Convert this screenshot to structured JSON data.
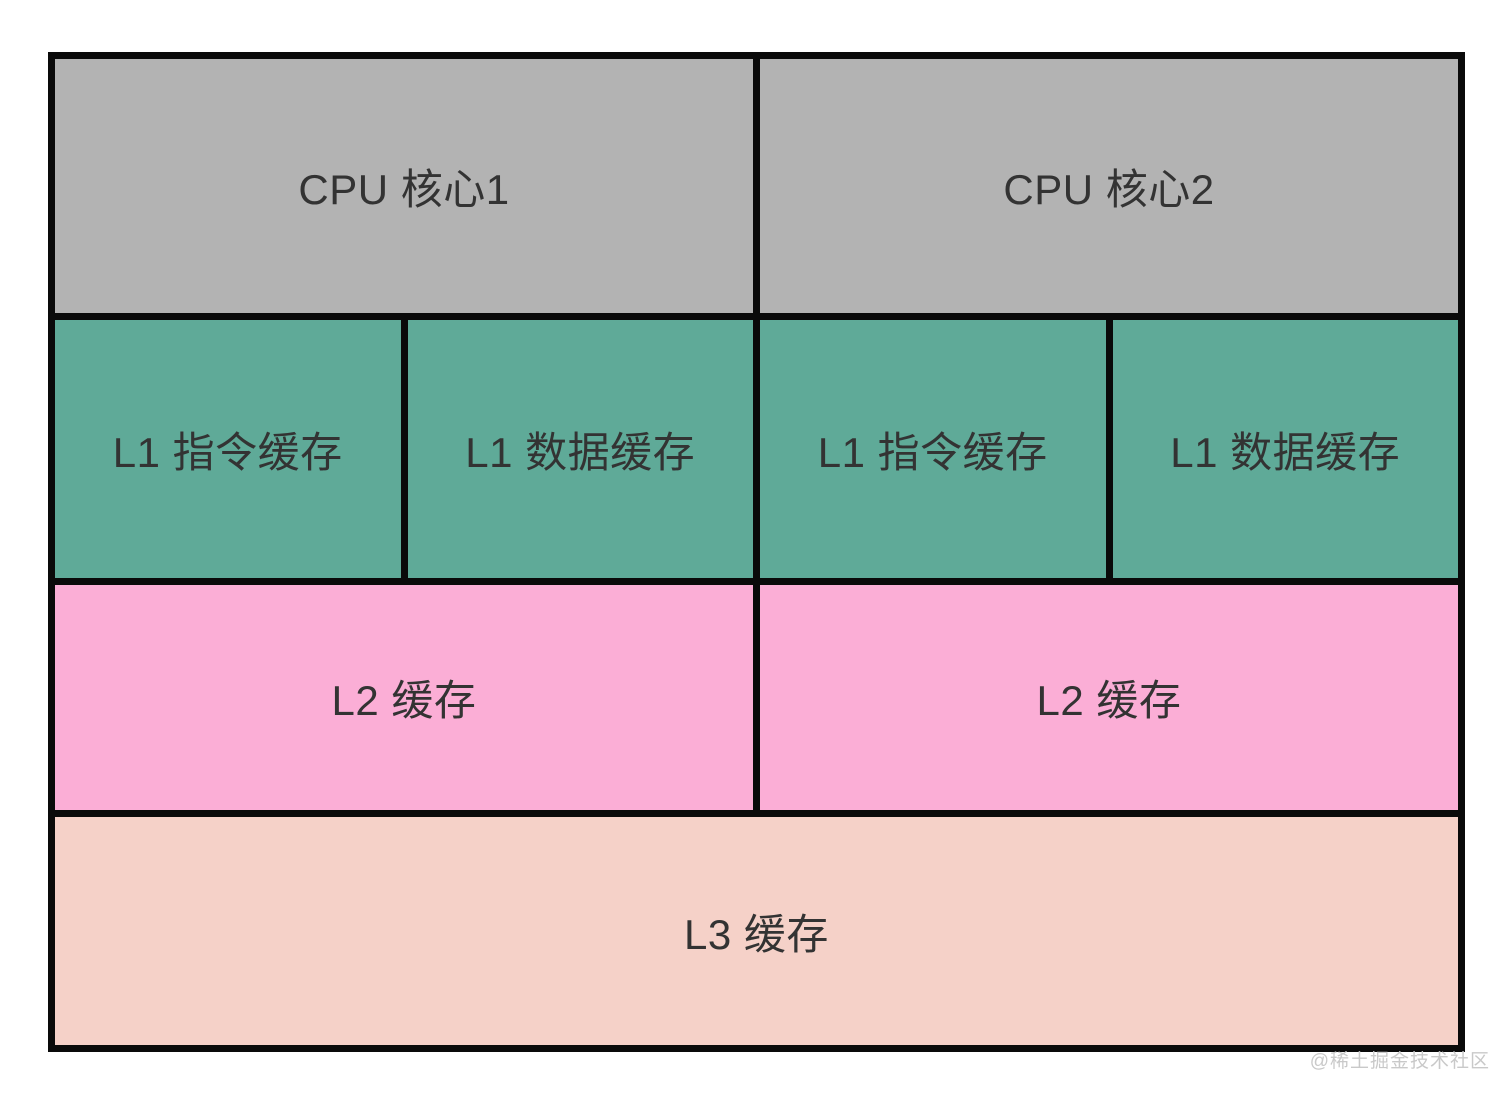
{
  "diagram": {
    "rows": {
      "cpu": {
        "cells": [
          {
            "label": "CPU 核心1"
          },
          {
            "label": "CPU 核心2"
          }
        ]
      },
      "l1": {
        "cells": [
          {
            "label": "L1 指令缓存"
          },
          {
            "label": "L1 数据缓存"
          },
          {
            "label": "L1 指令缓存"
          },
          {
            "label": "L1 数据缓存"
          }
        ]
      },
      "l2": {
        "cells": [
          {
            "label": "L2 缓存"
          },
          {
            "label": "L2 缓存"
          }
        ]
      },
      "l3": {
        "cells": [
          {
            "label": "L3 缓存"
          }
        ]
      }
    },
    "colors": {
      "cpu_core": "#b3b3b3",
      "l1_cache": "#5faa98",
      "l2_cache": "#fbaed6",
      "l3_cache": "#f5d1c8",
      "border": "#0a0a0a",
      "label_text": "#333333"
    }
  },
  "watermark": {
    "text": "@稀土掘金技术社区",
    "color": "#c9c9c9"
  }
}
